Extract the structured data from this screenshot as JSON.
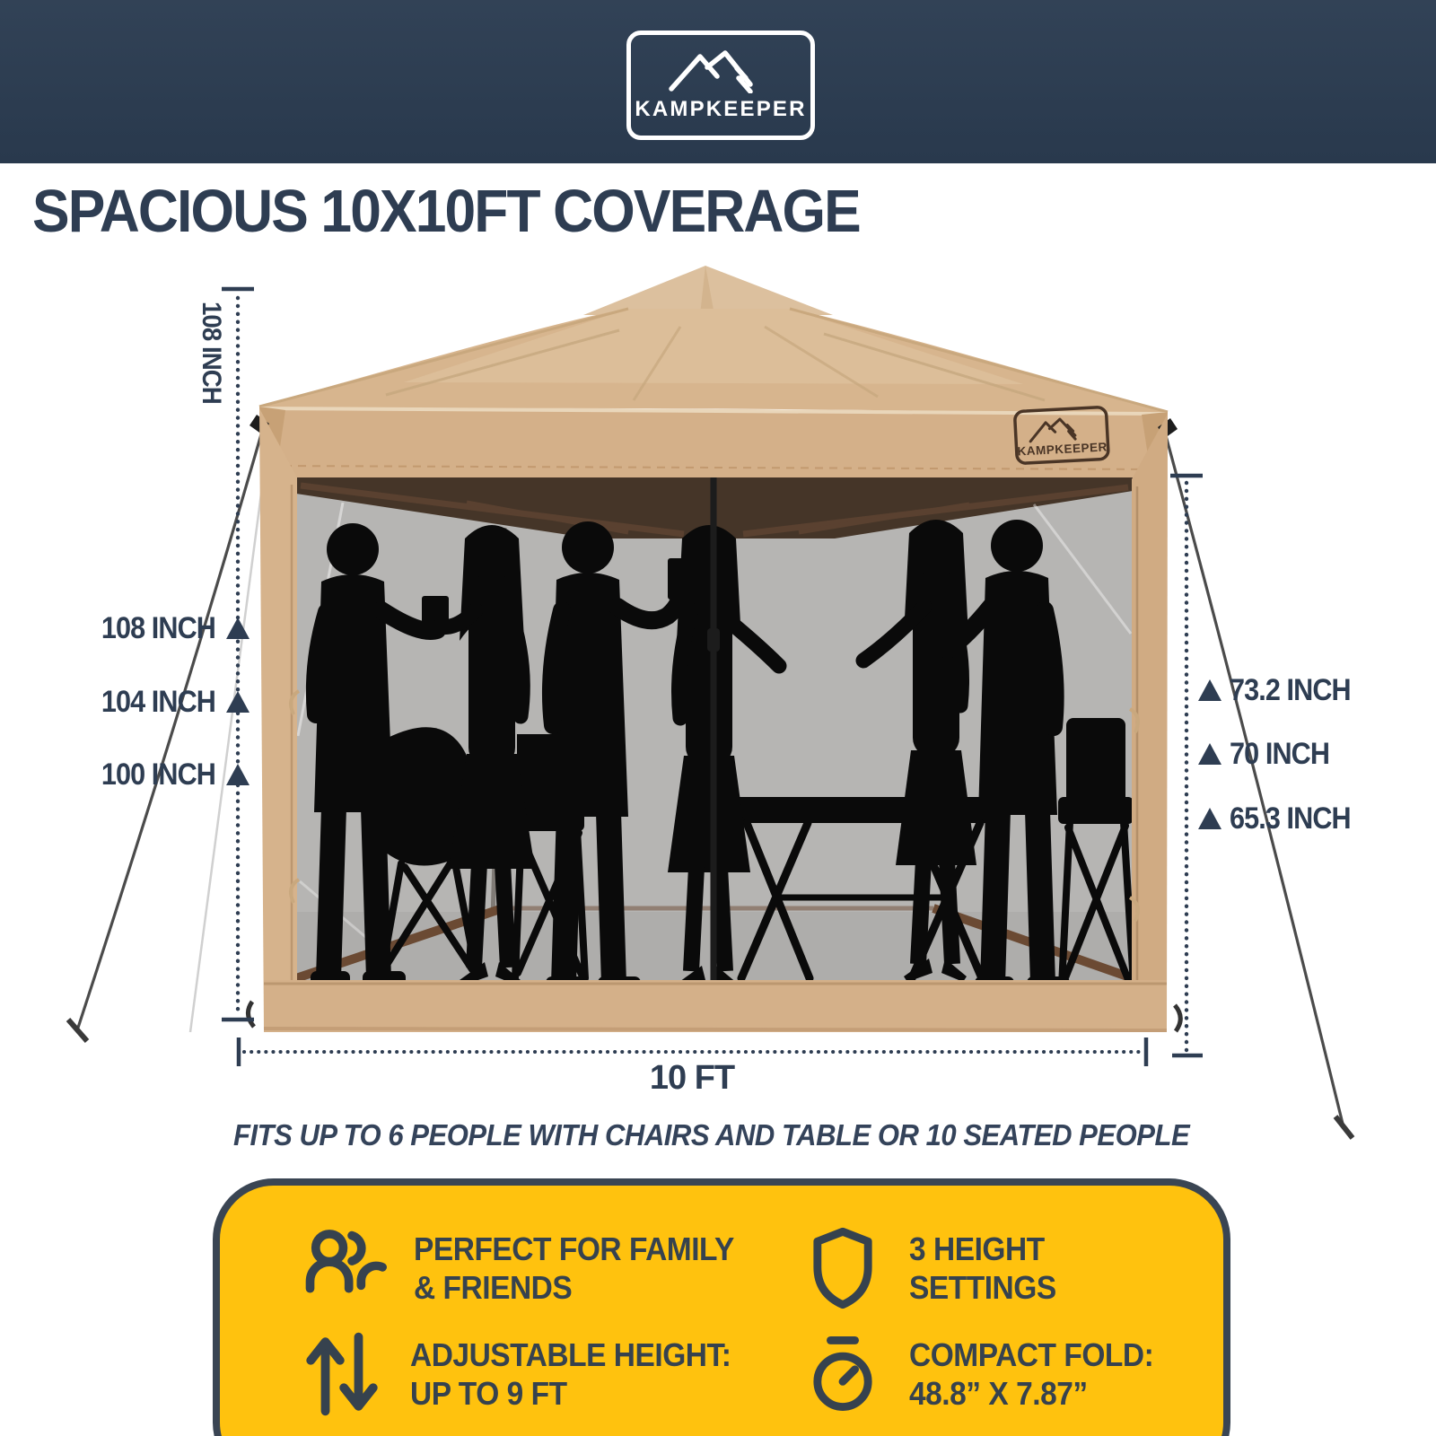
{
  "header": {
    "logo_text": "KAMPKEEPER"
  },
  "title": "SPACIOUS 10X10FT COVERAGE",
  "diagram": {
    "tent_label": "KAMPKEEPER",
    "height_rotated": "108 INCH",
    "left_heights": [
      "108 INCH",
      "104 INCH",
      "100 INCH"
    ],
    "right_heights": [
      "73.2 INCH",
      "70 INCH",
      "65.3 INCH"
    ],
    "width_label": "10 FT",
    "note": "FITS UP TO 6 PEOPLE WITH CHAIRS AND TABLE OR 10 SEATED PEOPLE"
  },
  "features": {
    "items": [
      {
        "icon": "family-icon",
        "line1": "PERFECT FOR FAMILY",
        "line2": "& FRIENDS"
      },
      {
        "icon": "shield-icon",
        "line1": "3 HEIGHT",
        "line2": "SETTINGS"
      },
      {
        "icon": "adjustable-height-icon",
        "line1": "ADJUSTABLE HEIGHT:",
        "line2": "UP TO 9 FT"
      },
      {
        "icon": "compact-fold-icon",
        "line1": "COMPACT FOLD:",
        "line2": "48.8” X 7.87”"
      }
    ]
  },
  "colors": {
    "navy": "#2e3d52",
    "header_navy": "#2b3c51",
    "yellow": "#ffc20e",
    "tan_roof": "#d7b58e",
    "mesh_gray": "#b6b5b3",
    "silhouette": "#0a0a0a"
  }
}
